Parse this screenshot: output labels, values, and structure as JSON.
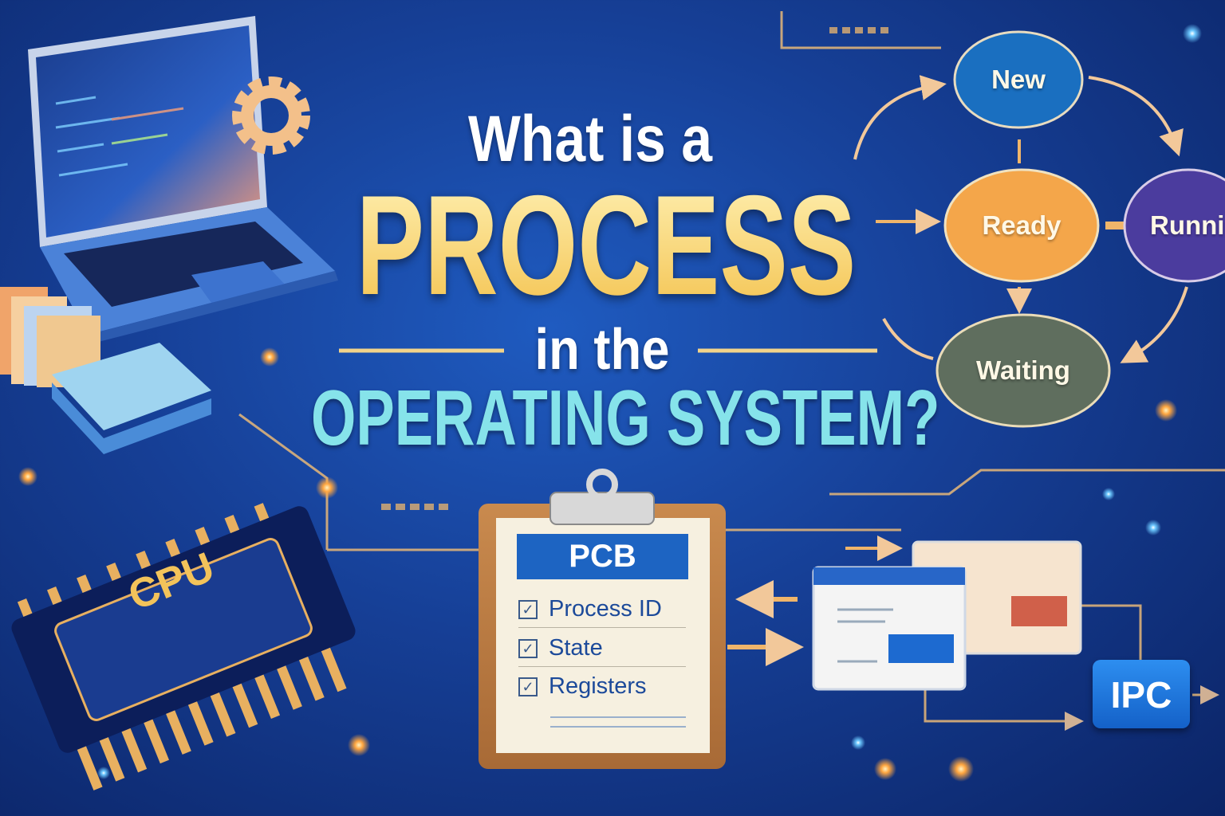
{
  "title": {
    "line1": "What is a",
    "line2": "PROCESS",
    "line3": "in the",
    "line4": "OPERATING SYSTEM?"
  },
  "state_diagram": {
    "states": [
      "New",
      "Ready",
      "Running",
      "Waiting"
    ],
    "colors": {
      "new": "#1a6fc0",
      "ready": "#f4a64a",
      "running": "#4b3c9e",
      "waiting": "#5f6e5e"
    }
  },
  "pcb": {
    "title": "PCB",
    "items": [
      "Process ID",
      "State",
      "Registers"
    ]
  },
  "cpu_label": "CPU",
  "ipc_label": "IPC",
  "colors": {
    "background": "#163f96",
    "title_yellow": "#f8d46a",
    "title_cyan": "#86e3ea",
    "accent_orange": "#f0b56a"
  }
}
